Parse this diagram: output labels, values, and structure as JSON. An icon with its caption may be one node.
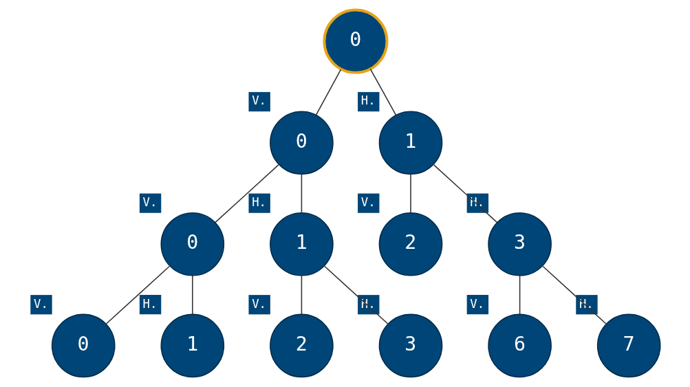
{
  "diagram": {
    "nodes": [
      {
        "text": [
          "0"
        ]
      },
      {
        "text": [
          "0"
        ],
        "beside": [
          "V."
        ]
      },
      {
        "text": [
          "1"
        ],
        "beside": [
          "H."
        ]
      },
      {
        "text": [
          "0"
        ],
        "beside": [
          "V."
        ]
      },
      {
        "text": [
          "1"
        ],
        "beside": [
          "H."
        ]
      },
      {
        "text": [
          "2"
        ],
        "beside": [
          "V."
        ]
      },
      {
        "text": [
          "3"
        ],
        "beside": [
          "H."
        ]
      },
      {
        "text": [
          "0"
        ],
        "beside": [
          "V."
        ]
      },
      {
        "text": [
          "1"
        ],
        "beside": [
          "H."
        ]
      },
      {
        "text": [
          "2"
        ],
        "beside": [
          "V."
        ]
      },
      {
        "text": [
          "3"
        ],
        "beside": [
          "H."
        ]
      },
      {
        "text": [
          "6"
        ],
        "beside": [
          "V."
        ]
      },
      {
        "text": [
          "7"
        ],
        "beside": [
          "H."
        ]
      }
    ],
    "edges": [
      {
        "from": 0,
        "to": 1,
        "arrow": "none"
      },
      {
        "from": 0,
        "to": 2,
        "arrow": "none"
      },
      {
        "from": 1,
        "to": 3,
        "arrow": "none"
      },
      {
        "from": 1,
        "to": 4,
        "arrow": "none"
      },
      {
        "from": 2,
        "to": 5,
        "arrow": "none"
      },
      {
        "from": 2,
        "to": 6,
        "arrow": "none"
      },
      {
        "from": 3,
        "to": 7,
        "arrow": "none"
      },
      {
        "from": 3,
        "to": 8,
        "arrow": "none"
      },
      {
        "from": 4,
        "to": 9,
        "arrow": "none"
      },
      {
        "from": 4,
        "to": 10,
        "arrow": "none"
      },
      {
        "from": 6,
        "to": 11,
        "arrow": "none"
      },
      {
        "from": 6,
        "to": 12,
        "arrow": "none"
      }
    ]
  }
}
